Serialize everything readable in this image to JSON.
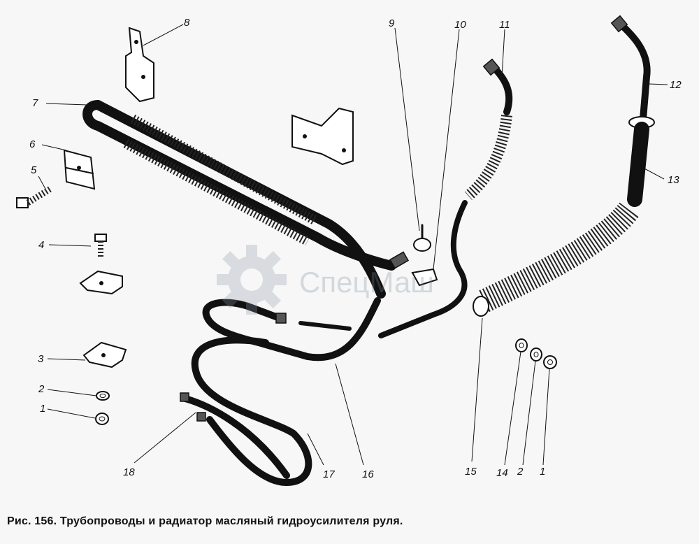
{
  "figure": {
    "caption": "Рис. 156. Трубопроводы и радиатор масляный гидроусилителя руля."
  },
  "watermark": {
    "text": "СпецМаш"
  },
  "callouts": [
    {
      "id": "c8",
      "text": "8"
    },
    {
      "id": "c9",
      "text": "9"
    },
    {
      "id": "c10",
      "text": "10"
    },
    {
      "id": "c11",
      "text": "11"
    },
    {
      "id": "c12",
      "text": "12"
    },
    {
      "id": "c13",
      "text": "13"
    },
    {
      "id": "c7",
      "text": "7"
    },
    {
      "id": "c6",
      "text": "6"
    },
    {
      "id": "c5",
      "text": "5"
    },
    {
      "id": "c4",
      "text": "4"
    },
    {
      "id": "c3",
      "text": "3"
    },
    {
      "id": "c2a",
      "text": "2"
    },
    {
      "id": "c1a",
      "text": "1"
    },
    {
      "id": "c18",
      "text": "18"
    },
    {
      "id": "c17",
      "text": "17"
    },
    {
      "id": "c16",
      "text": "16"
    },
    {
      "id": "c15",
      "text": "15"
    },
    {
      "id": "c14",
      "text": "14"
    },
    {
      "id": "c2b",
      "text": "2"
    },
    {
      "id": "c1b",
      "text": "1"
    }
  ]
}
